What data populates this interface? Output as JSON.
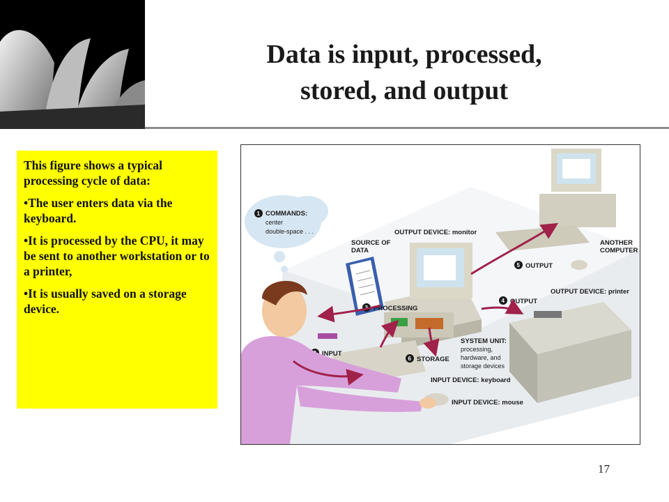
{
  "slide": {
    "title_line1": "Data is input, processed,",
    "title_line2": "stored, and output",
    "page_number": "17"
  },
  "text_panel": {
    "intro": "This figure shows a typical processing cycle of data:",
    "bullets": [
      "•The user enters data via the keyboard.",
      "•It is processed by the CPU, it may be sent to another workstation or to a printer,",
      "•It is usually saved on a storage device."
    ]
  },
  "figure": {
    "commands_label": "COMMANDS:",
    "commands_line1": "center",
    "commands_line2": "double-space . . .",
    "source_line1": "SOURCE OF",
    "source_line2": "DATA",
    "output_monitor": "OUTPUT DEVICE: monitor",
    "another_line1": "ANOTHER",
    "another_line2": "COMPUTER",
    "output5": "OUTPUT",
    "output4": "OUTPUT",
    "output_printer": "OUTPUT DEVICE: printer",
    "processing": "PROCESSING",
    "input": "INPUT",
    "storage": "STORAGE",
    "system_unit_line1": "SYSTEM UNIT:",
    "system_unit_line2": "processing,",
    "system_unit_line3": "hardware, and",
    "system_unit_line4": "storage devices",
    "input_keyboard": "INPUT DEVICE: keyboard",
    "input_mouse": "INPUT DEVICE: mouse",
    "step1": "1",
    "step2": "2",
    "step3": "3",
    "step4": "4",
    "step5": "5",
    "step6": "6"
  },
  "colors": {
    "panel_background": "#ffff00",
    "arrow": "#a0214a",
    "desk": "#e9ecef"
  }
}
